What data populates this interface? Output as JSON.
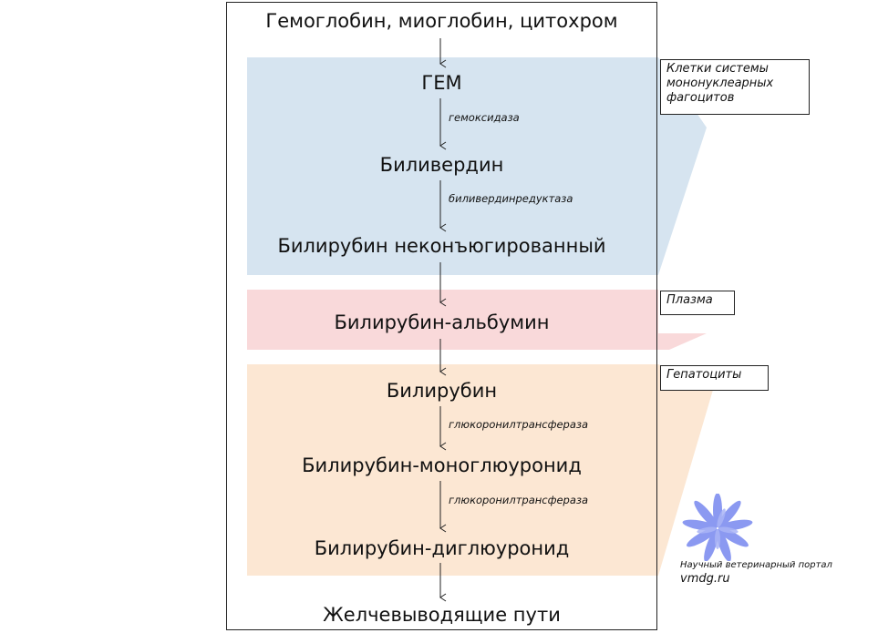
{
  "colors": {
    "mononuclear_zone": "#d6e4f0",
    "plasma_zone": "#f9d9da",
    "hepatocyte_zone": "#fce7d3",
    "arrow": "#222222",
    "logo": "#7f8ff0"
  },
  "nodes": {
    "source": "Гемоглобин, миоглобин, цитохром",
    "heme": "ГЕМ",
    "biliverdin": "Биливердин",
    "bilirubin_unconjugated": "Билирубин неконъюгированный",
    "bilirubin_albumin": "Билирубин-альбумин",
    "bilirubin": "Билирубин",
    "bilirubin_monoglucuronide": "Билирубин-моноглюуронид",
    "bilirubin_diglucuronide": "Билирубин-диглюуронид",
    "bile_ducts": "Желчевыводящие пути"
  },
  "enzymes": {
    "heme_oxygenase": "гемоксидаза",
    "biliverdin_reductase": "биливердинредуктаза",
    "glucuronyltransferase_1": "глюкоронилтрансфераза",
    "glucuronyltransferase_2": "глюкоронилтрансфераза"
  },
  "zones": {
    "mononuclear": "Клетки системы мононуклеарных фагоцитов",
    "plasma": "Плазма",
    "hepatocytes": "Гепатоциты"
  },
  "logo": {
    "icon": "blue-flower-logo-icon",
    "line1": "Научный ветеринарный портал",
    "line2": "vmdg.ru"
  }
}
